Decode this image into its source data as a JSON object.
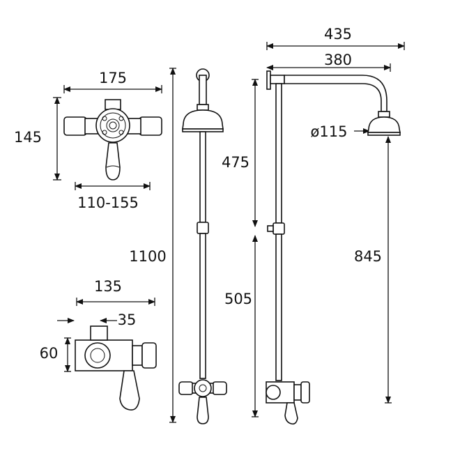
{
  "dimensions": {
    "overall_projection": "435",
    "arm_projection": "380",
    "valve_width": "175",
    "valve_height": "145",
    "valve_centres": "110-155",
    "overall_height": "1100",
    "upper_rail": "475",
    "lower_rail": "505",
    "head_height": "845",
    "head_diameter": "ø115",
    "valve_depth": "135",
    "valve_front": "35",
    "valve_body_height": "60"
  }
}
